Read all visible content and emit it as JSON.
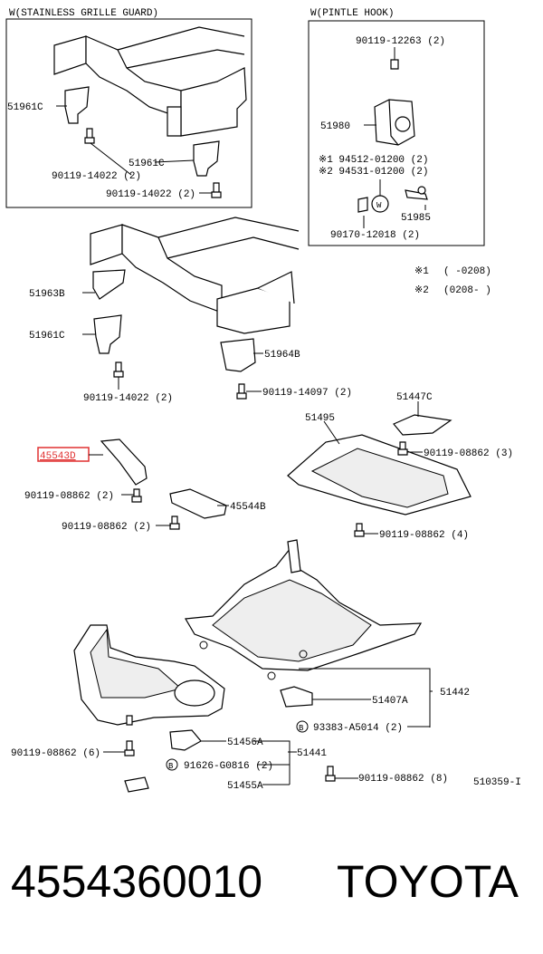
{
  "boxes": {
    "grille_guard_title": "W(STAINLESS GRILLE GUARD)",
    "pintle_hook_title": "W(PINTLE HOOK)"
  },
  "grille_box_labels": {
    "l1": "51961C",
    "l2": "51961C",
    "l3": "90119-14022 (2)",
    "l4": "90119-14022 (2)"
  },
  "pintle_box_labels": {
    "l1": "90119-12263 (2)",
    "l2": "51980",
    "l3": "※1 94512-01200 (2)",
    "l4": "※2 94531-01200 (2)",
    "l5": "51985",
    "l6": "90170-12018 (2)"
  },
  "notes": {
    "n1_mark": "※1",
    "n1_text": "(     -0208)",
    "n2_mark": "※2",
    "n2_text": "(0208-     )"
  },
  "labels": {
    "p51963B": "51963B",
    "p51961C": "51961C",
    "p51964B": "51964B",
    "b90119_14022": "90119-14022 (2)",
    "b90119_14097": "90119-14097 (2)",
    "p51495": "51495",
    "p51447C": "51447C",
    "b90119_08862_3": "90119-08862 (3)",
    "p45543D": "45543D",
    "b90119_08862_2a": "90119-08862 (2)",
    "b90119_08862_2b": "90119-08862 (2)",
    "p45544B": "45544B",
    "b90119_08862_4": "90119-08862 (4)",
    "p51407A": "51407A",
    "p51442": "51442",
    "b93383": "93383-A5014 (2)",
    "b90119_08862_6": "90119-08862 (6)",
    "p51456A": "51456A",
    "p51441": "51441",
    "b91626": "91626-G0816 (2)",
    "b90119_08862_8": "90119-08862 (8)",
    "p51455A": "51455A",
    "fig_code": "510359-I"
  },
  "circle_marks": {
    "b": "B"
  },
  "footer": {
    "part_number": "4554360010",
    "brand": "TOYOTA"
  },
  "highlight_color": "#e03030"
}
